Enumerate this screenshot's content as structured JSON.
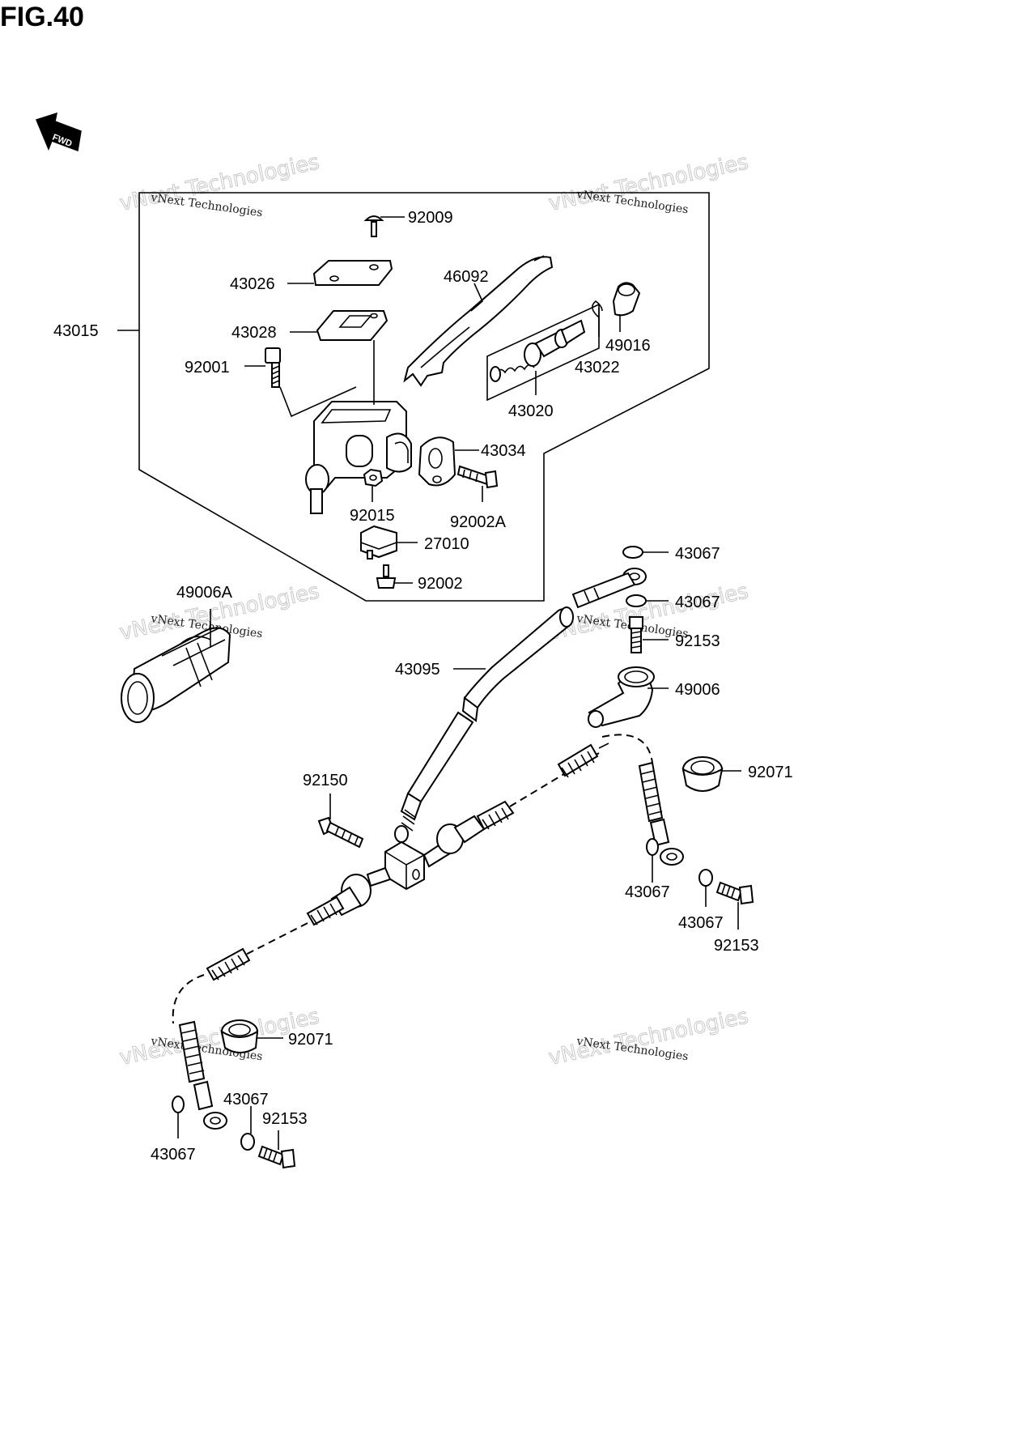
{
  "figure": {
    "title": "FIG.40",
    "fwd_label": "FWD",
    "watermark_small": "vNext Technologies",
    "watermark_large": "vNext Technologies"
  },
  "callouts": [
    {
      "id": "c92009",
      "label": "92009"
    },
    {
      "id": "c43026",
      "label": "43026"
    },
    {
      "id": "c46092",
      "label": "46092"
    },
    {
      "id": "c43015",
      "label": "43015"
    },
    {
      "id": "c43028",
      "label": "43028"
    },
    {
      "id": "c49016",
      "label": "49016"
    },
    {
      "id": "c92001",
      "label": "92001"
    },
    {
      "id": "c43022",
      "label": "43022"
    },
    {
      "id": "c43020",
      "label": "43020"
    },
    {
      "id": "c43034",
      "label": "43034"
    },
    {
      "id": "c92015",
      "label": "92015"
    },
    {
      "id": "c92002A",
      "label": "92002A"
    },
    {
      "id": "c27010",
      "label": "27010"
    },
    {
      "id": "c92002",
      "label": "92002"
    },
    {
      "id": "c43067a",
      "label": "43067"
    },
    {
      "id": "c49006A",
      "label": "49006A"
    },
    {
      "id": "c43067b",
      "label": "43067"
    },
    {
      "id": "c92153a",
      "label": "92153"
    },
    {
      "id": "c43095",
      "label": "43095"
    },
    {
      "id": "c49006",
      "label": "49006"
    },
    {
      "id": "c92071a",
      "label": "92071"
    },
    {
      "id": "c92150",
      "label": "92150"
    },
    {
      "id": "c43067c",
      "label": "43067"
    },
    {
      "id": "c43067d",
      "label": "43067"
    },
    {
      "id": "c92153b",
      "label": "92153"
    },
    {
      "id": "c92071b",
      "label": "92071"
    },
    {
      "id": "c43067e",
      "label": "43067"
    },
    {
      "id": "c92153c",
      "label": "92153"
    },
    {
      "id": "c43067f",
      "label": "43067"
    }
  ]
}
